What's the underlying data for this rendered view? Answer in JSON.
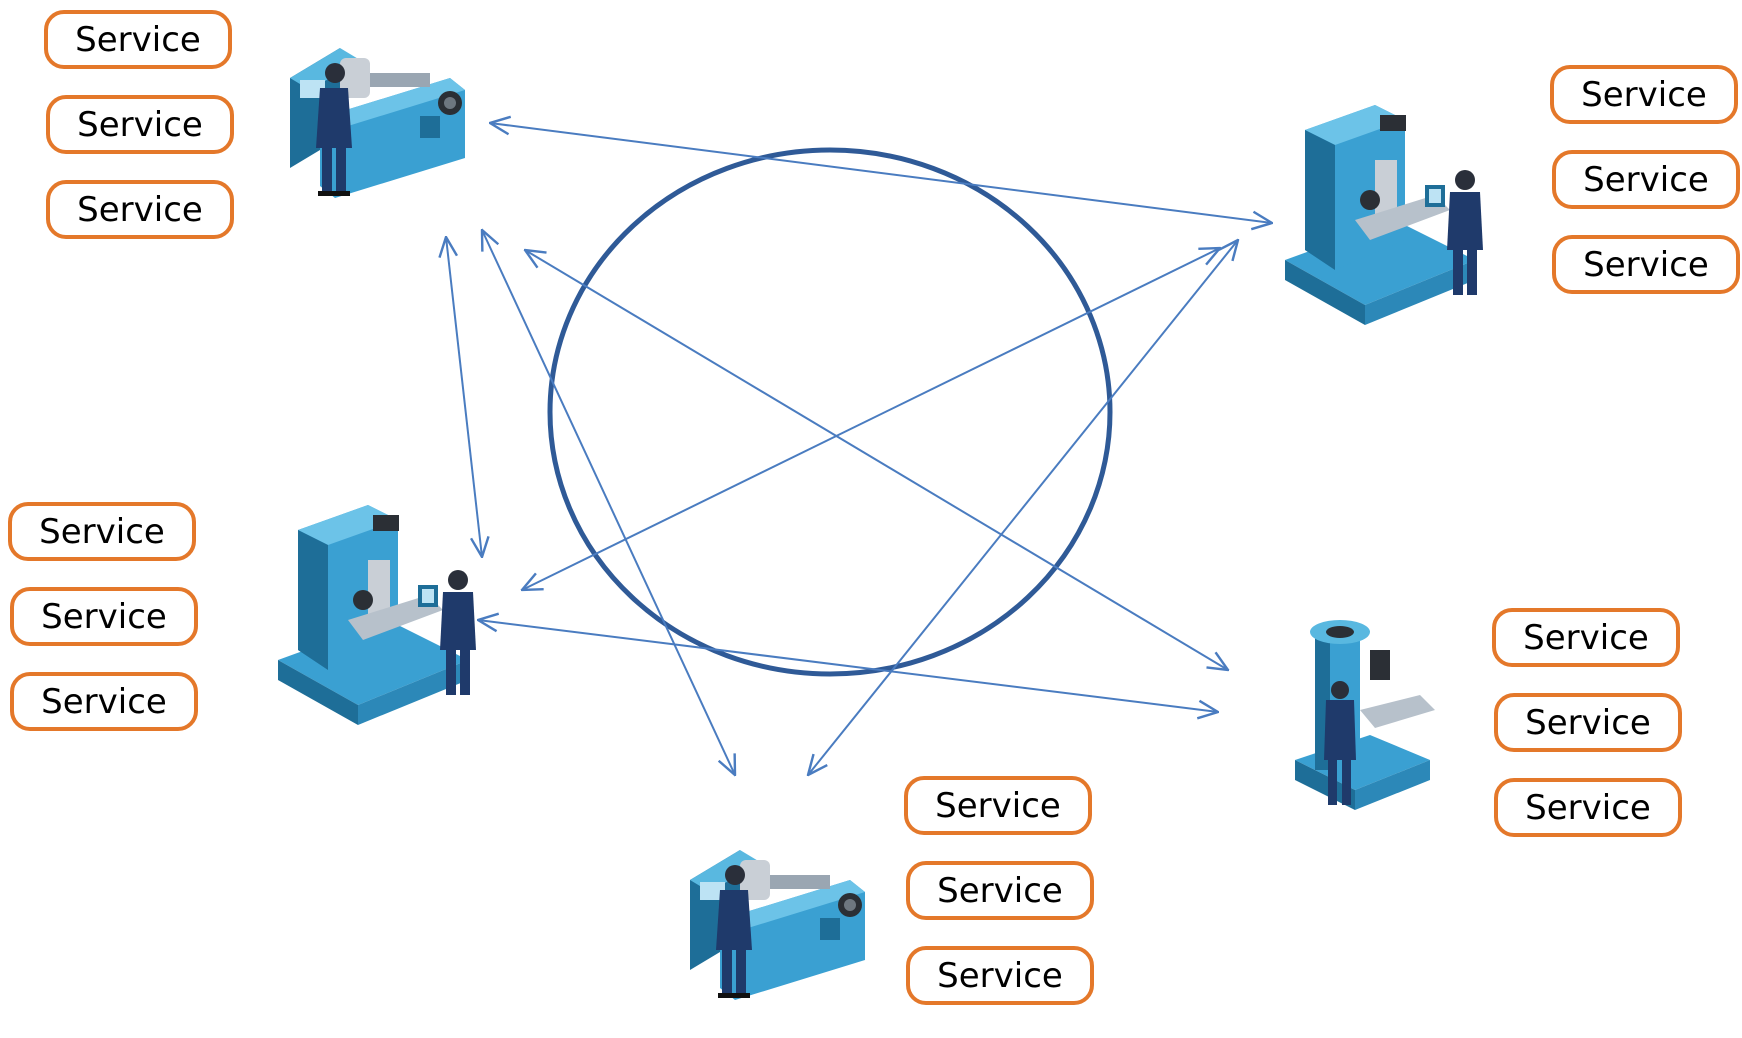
{
  "colors": {
    "service_border": "#E4782A",
    "arrow": "#4A7CC0",
    "ring": "#2F5A97",
    "machine_body": "#3AA0D2",
    "machine_dark": "#1E6E98",
    "worker": "#1F3A6B"
  },
  "machines": [
    {
      "id": "m1",
      "kind": "lathe",
      "services": [
        "Service",
        "Service",
        "Service"
      ]
    },
    {
      "id": "m2",
      "kind": "milling-machine",
      "services": [
        "Service",
        "Service",
        "Service"
      ]
    },
    {
      "id": "m3",
      "kind": "milling-machine",
      "services": [
        "Service",
        "Service",
        "Service"
      ]
    },
    {
      "id": "m4",
      "kind": "drill-press",
      "services": [
        "Service",
        "Service",
        "Service"
      ]
    },
    {
      "id": "m5",
      "kind": "lathe",
      "services": [
        "Service",
        "Service",
        "Service"
      ]
    }
  ],
  "connections": [
    {
      "from": "m1",
      "to": "m2"
    },
    {
      "from": "m1",
      "to": "m3"
    },
    {
      "from": "m1",
      "to": "m4"
    },
    {
      "from": "m1",
      "to": "m5"
    },
    {
      "from": "m2",
      "to": "m3"
    },
    {
      "from": "m2",
      "to": "m5"
    },
    {
      "from": "m3",
      "to": "m4"
    }
  ]
}
